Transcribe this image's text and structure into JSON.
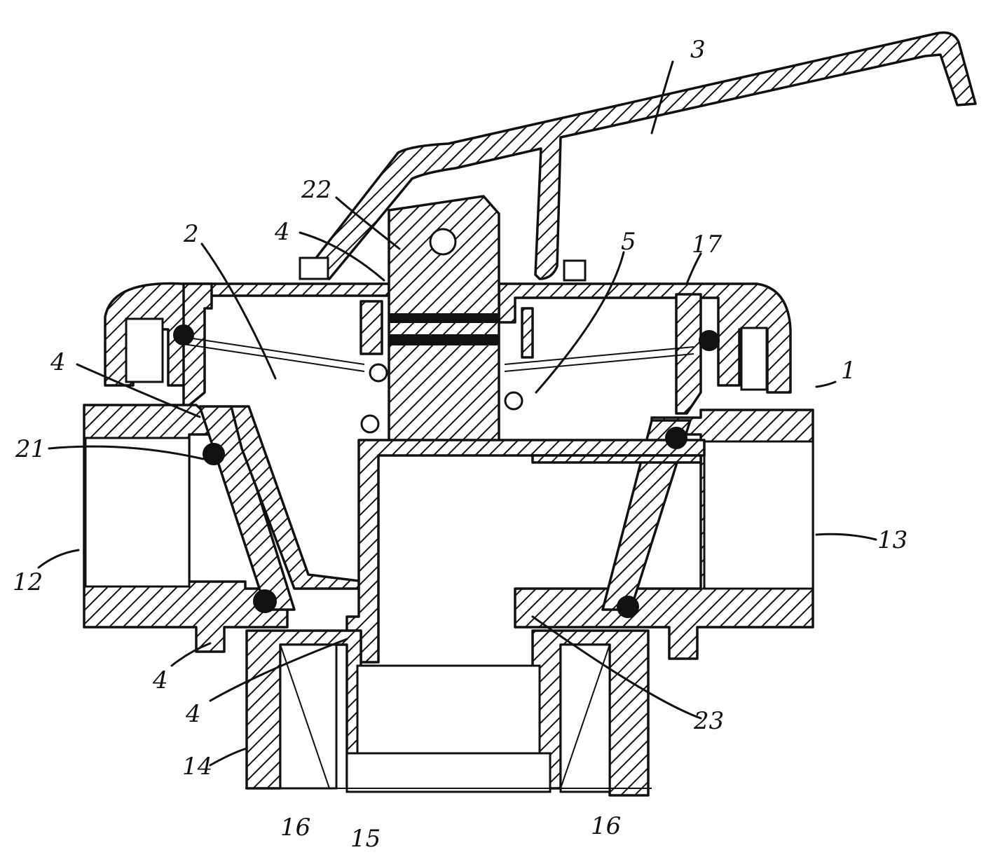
{
  "labels": {
    "l3": "3",
    "l22": "22",
    "l4a": "4",
    "l2": "2",
    "l5": "5",
    "l17": "17",
    "l4b": "4",
    "l1": "1",
    "l21": "21",
    "l12": "12",
    "l13": "13",
    "l4c": "4",
    "l4d": "4",
    "l23": "23",
    "l14": "14",
    "l16a": "16",
    "l15": "15",
    "l16b": "16"
  }
}
